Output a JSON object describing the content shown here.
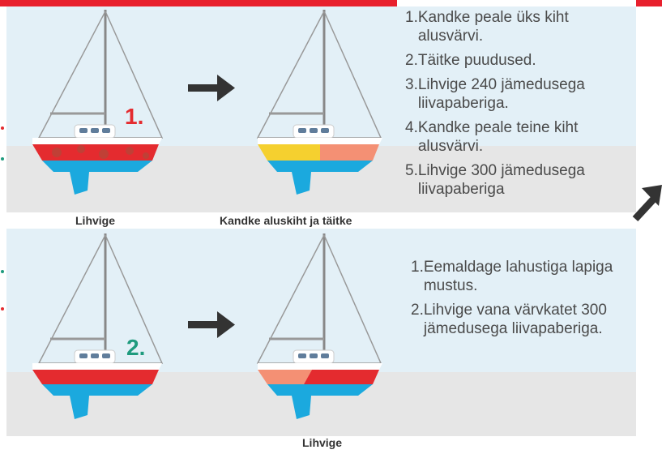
{
  "colors": {
    "top_bar": "#e8202d",
    "sky": "#e3f0f7",
    "sea": "#e6e6e6",
    "hull_red": "#e42b2f",
    "hull_blue": "#1ba9de",
    "hull_yellow": "#f5d02f",
    "hull_salmon": "#f49074",
    "arrow": "#333333",
    "badge_red": "#e42b2f",
    "badge_green": "#1f9b7e"
  },
  "panel1": {
    "badge": "1.",
    "steps": [
      {
        "num": "1.",
        "text": "Kandke peale üks kiht alusvärvi."
      },
      {
        "num": "2.",
        "text": "Täitke puudused."
      },
      {
        "num": "3.",
        "text": "Lihvige 240 jämedusega liivapaberiga."
      },
      {
        "num": "4.",
        "text": "Kandke peale teine kiht alusvärvi."
      },
      {
        "num": "5.",
        "text": "Lihvige 300 jämedusega liivapaberiga"
      }
    ],
    "caption_left": "Lihvige",
    "caption_right": "Kandke aluskiht ja täitke"
  },
  "panel2": {
    "badge": "2.",
    "steps": [
      {
        "num": "1.",
        "text": "Eemaldage lahustiga lapiga mustus."
      },
      {
        "num": "2.",
        "text": "Lihvige vana värvkatet 300 jämedusega liivapaberiga."
      }
    ],
    "caption": "Lihvige"
  },
  "icons": {
    "arrow": "right-arrow-icon",
    "diag_arrow": "up-right-arrow-icon"
  }
}
